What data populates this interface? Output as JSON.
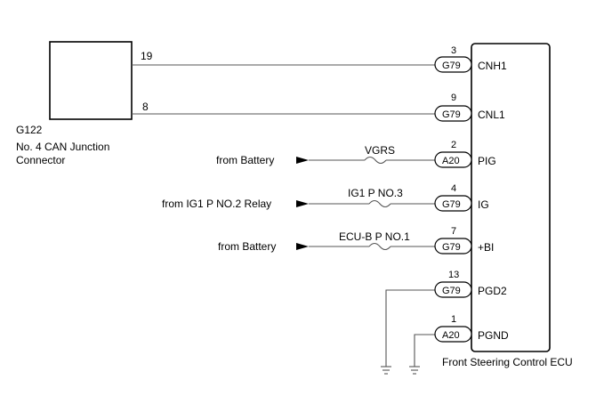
{
  "junction": {
    "id": "G122",
    "name_line1": "No. 4 CAN Junction",
    "name_line2": "Connector",
    "pin_top": "19",
    "pin_bottom": "8"
  },
  "ecu": {
    "name": "Front Steering Control ECU"
  },
  "sources": {
    "battery_1": "from Battery",
    "ig1_relay": "from IG1 P NO.2 Relay",
    "battery_2": "from Battery"
  },
  "fuses": {
    "vgrs": "VGRS",
    "ig1": "IG1 P NO.3",
    "ecub": "ECU-B P NO.1"
  },
  "terminals": [
    {
      "pin": "3",
      "connector": "G79",
      "signal": "CNH1"
    },
    {
      "pin": "9",
      "connector": "G79",
      "signal": "CNL1"
    },
    {
      "pin": "2",
      "connector": "A20",
      "signal": "PIG"
    },
    {
      "pin": "4",
      "connector": "G79",
      "signal": "IG"
    },
    {
      "pin": "7",
      "connector": "G79",
      "signal": "+BI"
    },
    {
      "pin": "13",
      "connector": "G79",
      "signal": "PGD2"
    },
    {
      "pin": "1",
      "connector": "A20",
      "signal": "PGND"
    }
  ]
}
